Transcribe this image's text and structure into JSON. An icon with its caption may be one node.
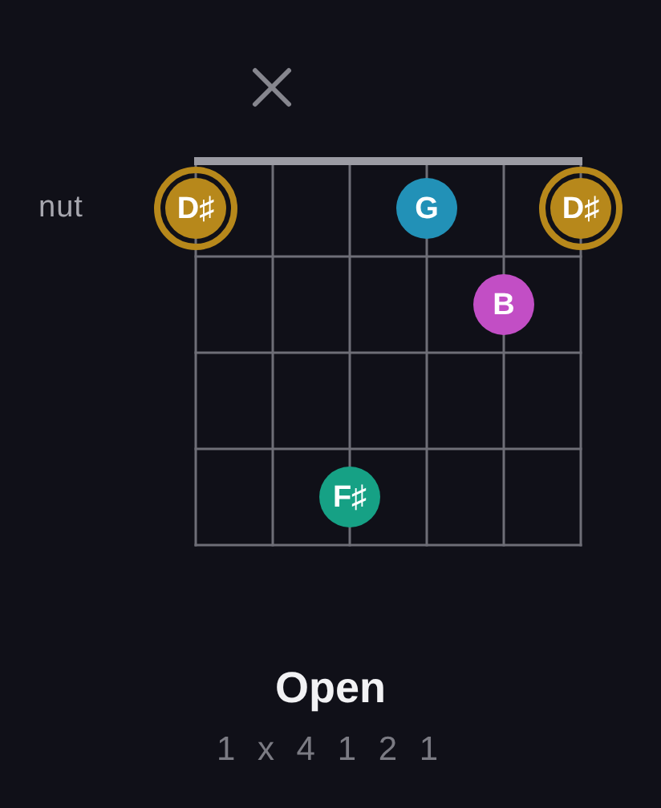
{
  "diagram": {
    "title": "Open",
    "nodes": [
      {
        "text": [
          "D♯"
        ]
      },
      {
        "text": [
          "G"
        ]
      },
      {
        "text": [
          "D♯"
        ]
      },
      {
        "text": [
          "B"
        ]
      },
      {
        "text": [
          "F♯"
        ]
      }
    ],
    "labels": [
      "nut",
      "1 x 4 1 2 1"
    ]
  }
}
